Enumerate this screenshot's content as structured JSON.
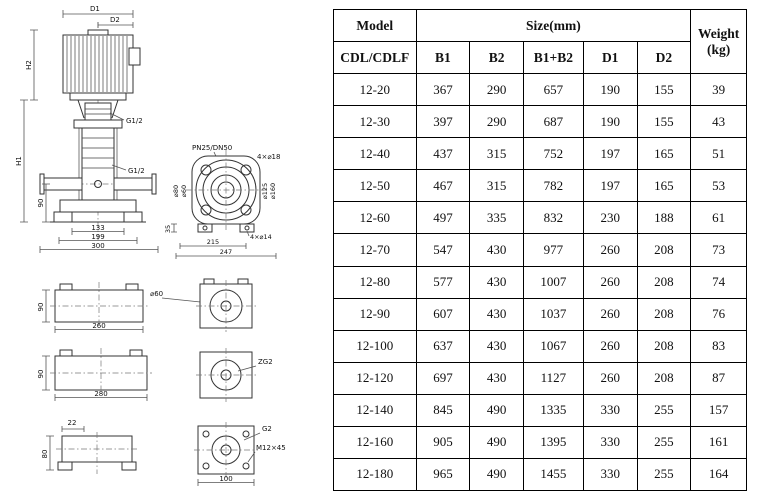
{
  "table": {
    "header": {
      "model": "Model",
      "size": "Size(mm)",
      "weight_line1": "Weight",
      "weight_line2": "(kg)",
      "sub_model": "CDL/CDLF",
      "sub_b1": "B1",
      "sub_b2": "B2",
      "sub_b1b2": "B1+B2",
      "sub_d1": "D1",
      "sub_d2": "D2"
    },
    "rows": [
      {
        "model": "12-20",
        "b1": "367",
        "b2": "290",
        "b1b2": "657",
        "d1": "190",
        "d2": "155",
        "w": "39"
      },
      {
        "model": "12-30",
        "b1": "397",
        "b2": "290",
        "b1b2": "687",
        "d1": "190",
        "d2": "155",
        "w": "43"
      },
      {
        "model": "12-40",
        "b1": "437",
        "b2": "315",
        "b1b2": "752",
        "d1": "197",
        "d2": "165",
        "w": "51"
      },
      {
        "model": "12-50",
        "b1": "467",
        "b2": "315",
        "b1b2": "782",
        "d1": "197",
        "d2": "165",
        "w": "53"
      },
      {
        "model": "12-60",
        "b1": "497",
        "b2": "335",
        "b1b2": "832",
        "d1": "230",
        "d2": "188",
        "w": "61"
      },
      {
        "model": "12-70",
        "b1": "547",
        "b2": "430",
        "b1b2": "977",
        "d1": "260",
        "d2": "208",
        "w": "73"
      },
      {
        "model": "12-80",
        "b1": "577",
        "b2": "430",
        "b1b2": "1007",
        "d1": "260",
        "d2": "208",
        "w": "74"
      },
      {
        "model": "12-90",
        "b1": "607",
        "b2": "430",
        "b1b2": "1037",
        "d1": "260",
        "d2": "208",
        "w": "76"
      },
      {
        "model": "12-100",
        "b1": "637",
        "b2": "430",
        "b1b2": "1067",
        "d1": "260",
        "d2": "208",
        "w": "83"
      },
      {
        "model": "12-120",
        "b1": "697",
        "b2": "430",
        "b1b2": "1127",
        "d1": "260",
        "d2": "208",
        "w": "87"
      },
      {
        "model": "12-140",
        "b1": "845",
        "b2": "490",
        "b1b2": "1335",
        "d1": "330",
        "d2": "255",
        "w": "157"
      },
      {
        "model": "12-160",
        "b1": "905",
        "b2": "490",
        "b1b2": "1395",
        "d1": "330",
        "d2": "255",
        "w": "161"
      },
      {
        "model": "12-180",
        "b1": "965",
        "b2": "490",
        "b1b2": "1455",
        "d1": "330",
        "d2": "255",
        "w": "164"
      }
    ]
  },
  "drawing": {
    "front": {
      "d1": "D1",
      "d2": "D2",
      "h1": "H1",
      "h2": "H2",
      "g_top": "G1/2",
      "g_mid": "G1/2",
      "dim90": "90",
      "dim133": "133",
      "dim199": "199",
      "dim300": "300"
    },
    "flange": {
      "spec": "PN25/DN50",
      "holes18": "4×⌀18",
      "dia80": "⌀80",
      "dia60": "⌀60",
      "dia125": "⌀125",
      "dia160": "⌀160",
      "dim35": "35",
      "dim215": "215",
      "dim247": "247",
      "holes14": "4×⌀14"
    },
    "side1": {
      "h": "90",
      "w": "260",
      "dia": "⌀60"
    },
    "side2": {
      "h": "90",
      "w": "280",
      "port": "ZG2"
    },
    "side3": {
      "a": "22",
      "h": "80",
      "port": "G2",
      "bolt": "M12×45",
      "w": "100"
    }
  }
}
